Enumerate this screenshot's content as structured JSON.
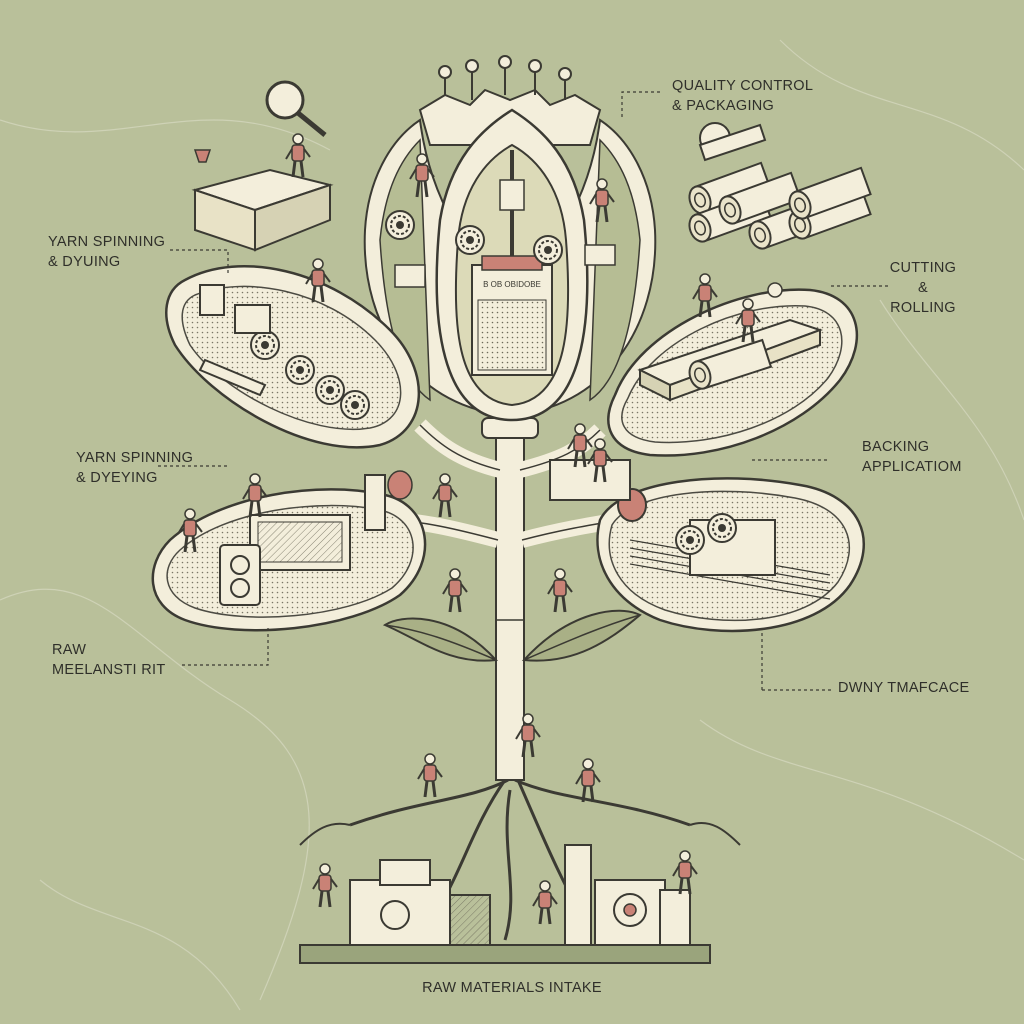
{
  "labels": {
    "quality_control": {
      "line1": "QUALITY CONTROL",
      "line2": "& PACKAGING"
    },
    "yarn_top": {
      "line1": "YARN SPINNING",
      "line2": "& DYUING"
    },
    "cutting": {
      "line1": "CUTTING",
      "line2": "&",
      "line3": "ROLLING"
    },
    "yarn_mid": {
      "line1": "YARN SPINNING",
      "line2": "& DYEYING"
    },
    "backing": {
      "line1": "BACKING",
      "line2": "APPLICATIOM"
    },
    "raw_melt": {
      "line1": "RAW",
      "line2": "MEELANSTI RIT"
    },
    "dwny": {
      "line1": "DWNY TMAFCACE"
    },
    "intake": {
      "line1": "RAW MATERIALS INTAKE"
    },
    "machine_sign": "B OB OBIDOBE"
  },
  "colors": {
    "background": "#b9c09a",
    "cream": "#f3eedb",
    "ink": "#3b3a33",
    "accent": "#c98276",
    "shade": "#9aa47c"
  }
}
